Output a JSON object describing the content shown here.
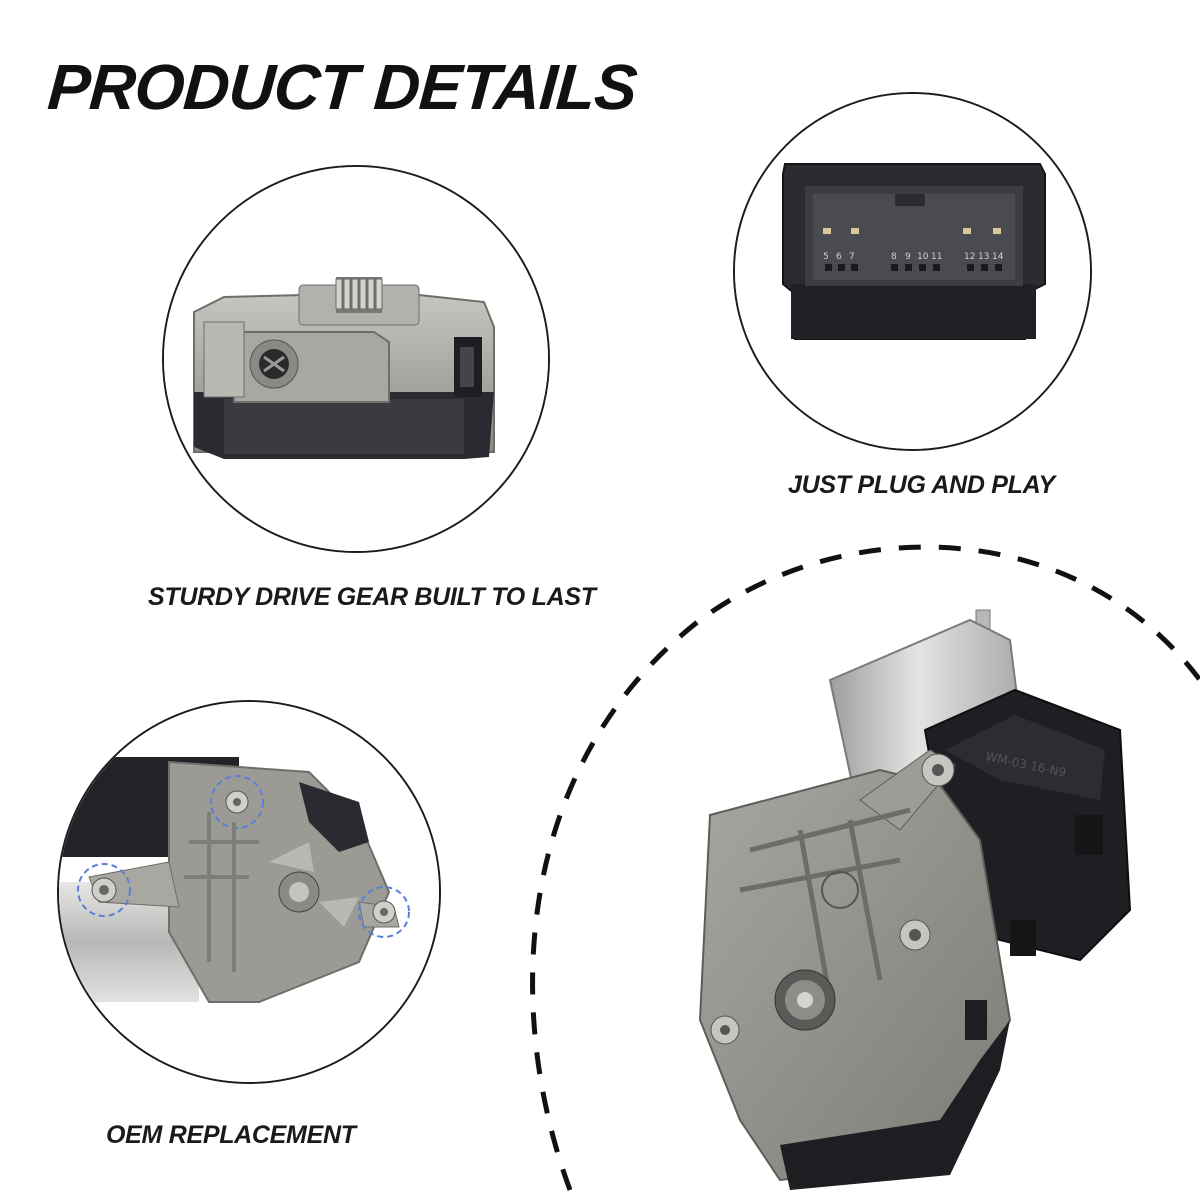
{
  "heading": "PRODUCT DETAILS",
  "captions": {
    "gear": "STURDY DRIVE GEAR BUILT TO LAST",
    "plug": "JUST PLUG AND PLAY",
    "oem": "OEM REPLACEMENT"
  },
  "connector_pins": [
    "5",
    "6",
    "7",
    "8",
    "9",
    "10",
    "11",
    "12",
    "13",
    "14"
  ],
  "connector_marking": "WM-03 16-N9",
  "colors": {
    "text": "#111111",
    "metal": "#9a9a96",
    "plastic": "#1e1e1e",
    "accent_dash": "#5b7fd6"
  }
}
